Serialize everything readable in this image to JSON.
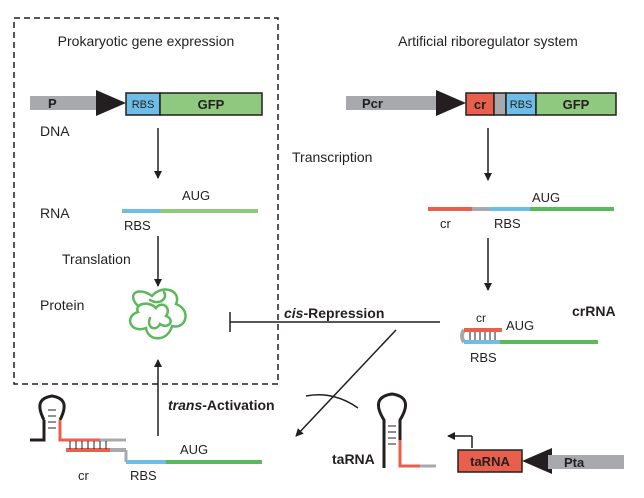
{
  "panels": {
    "left_title": "Prokaryotic gene expression",
    "right_title": "Artificial riboregulator system"
  },
  "left": {
    "promoter": "P",
    "rbs": "RBS",
    "gene": "GFP",
    "dna": "DNA",
    "rna": "RNA",
    "aug": "AUG",
    "rbs_rna": "RBS",
    "translation": "Translation",
    "protein": "Protein"
  },
  "right": {
    "promoter": "Pcr",
    "cr": "cr",
    "rbs": "RBS",
    "gene": "GFP",
    "transcription": "Transcription",
    "aug": "AUG",
    "cr_rna": "cr",
    "rbs_rna": "RBS",
    "crrna": "crRNA",
    "hp_cr": "cr",
    "hp_aug": "AUG",
    "hp_rbs": "RBS"
  },
  "interaction": {
    "cis_italic": "cis",
    "cis_rest": "-Repression",
    "trans_italic": "trans",
    "trans_rest": "-Activation"
  },
  "bottom": {
    "cr": "cr",
    "rbs": "RBS",
    "aug": "AUG",
    "tarna": "taRNA",
    "tarna_box": "taRNA",
    "pta": "Pta"
  },
  "colors": {
    "promoter_gray": "#a7a9ac",
    "rbs_blue": "#6dbde6",
    "gfp_green": "#8fc97f",
    "rna_green": "#5cb85c",
    "cr_red": "#e8604c",
    "black": "#231f20"
  }
}
